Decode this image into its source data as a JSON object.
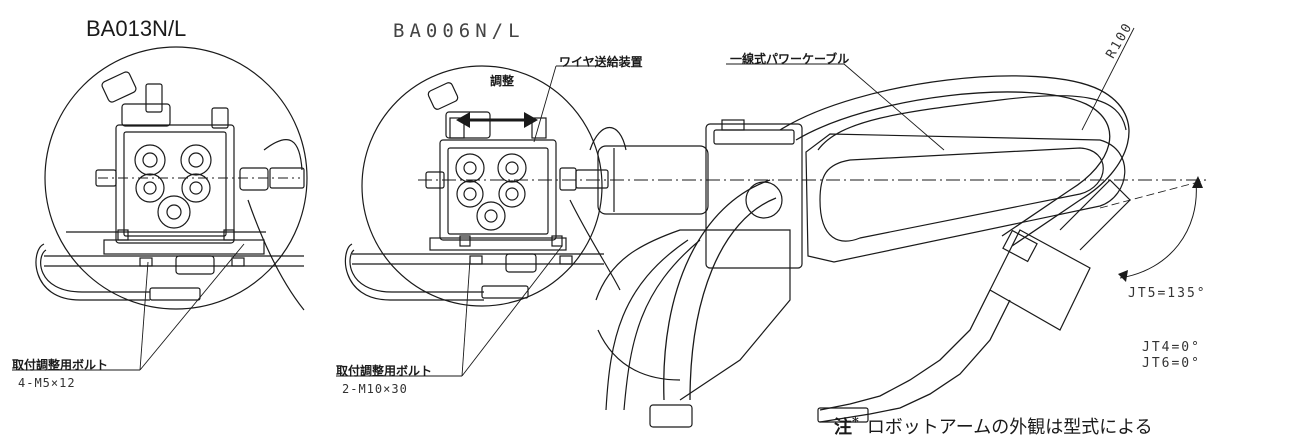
{
  "models": {
    "left": "BA013N/L",
    "right": "BA006N/L"
  },
  "callouts": {
    "adjust": "調整",
    "wire_feeder": "ワイヤ送給装置",
    "power_cable": "一線式パワーケーブル",
    "radius": "R100",
    "bolt_left": "取付調整用ボルト",
    "bolt_left_spec": "4-M5×12",
    "bolt_right": "取付調整用ボルト",
    "bolt_right_spec": "2-M10×30"
  },
  "joints": {
    "jt5": "JT5=135°",
    "jt4": "JT4=0°",
    "jt6": "JT6=0°"
  },
  "note": {
    "mark": "注",
    "star": "*",
    "text": "ロボットアームの外観は型式による"
  }
}
